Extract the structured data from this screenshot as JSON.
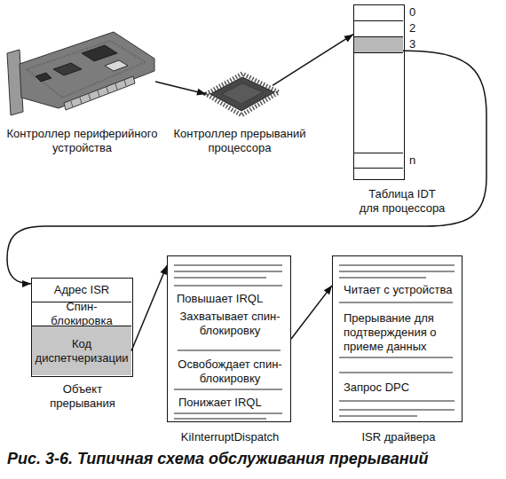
{
  "diagram": {
    "caption": "Рис. 3-6. Типичная схема обслуживания прерываний",
    "nodes": [
      {
        "text": [
          "Контроллер периферийного устройства"
        ]
      },
      {
        "text": [
          "Контроллер прерываний процессора"
        ]
      },
      {
        "text": [
          "Таблица IDT для процессора"
        ]
      },
      {
        "text": [
          "0"
        ],
        "in": 2
      },
      {
        "text": [
          "2"
        ],
        "in": 2
      },
      {
        "text": [
          "3"
        ],
        "in": 2
      },
      {
        "text": [
          "n"
        ],
        "in": 2
      },
      {
        "text": [
          "Объект прерывания"
        ]
      },
      {
        "text": [
          "Адрес ISR"
        ],
        "in": 7
      },
      {
        "text": [
          "Спин-блокировка"
        ],
        "in": 7
      },
      {
        "text": [
          "Код диспетчеризации"
        ],
        "in": 7
      },
      {
        "text": [
          "Повышает IRQL",
          "Захватывает спин-блокировку",
          "Освобождает спин-блокировку",
          "Понижает IRQL",
          "KiInterruptDispatch"
        ]
      },
      {
        "text": [
          "Читает с устройства",
          "Прерывание для подтверждения о приеме данных",
          "Запрос DPC",
          "ISR драйвера"
        ]
      }
    ],
    "edges": [
      {
        "from": 0,
        "to": 1,
        "arrow": "to"
      },
      {
        "from": 1,
        "to": 2,
        "arrow": "to"
      },
      {
        "from": 5,
        "to": 7,
        "arrow": "to"
      },
      {
        "from": 10,
        "to": 11,
        "arrow": "to"
      },
      {
        "from": 11,
        "to": 12,
        "arrow": "to"
      }
    ]
  }
}
